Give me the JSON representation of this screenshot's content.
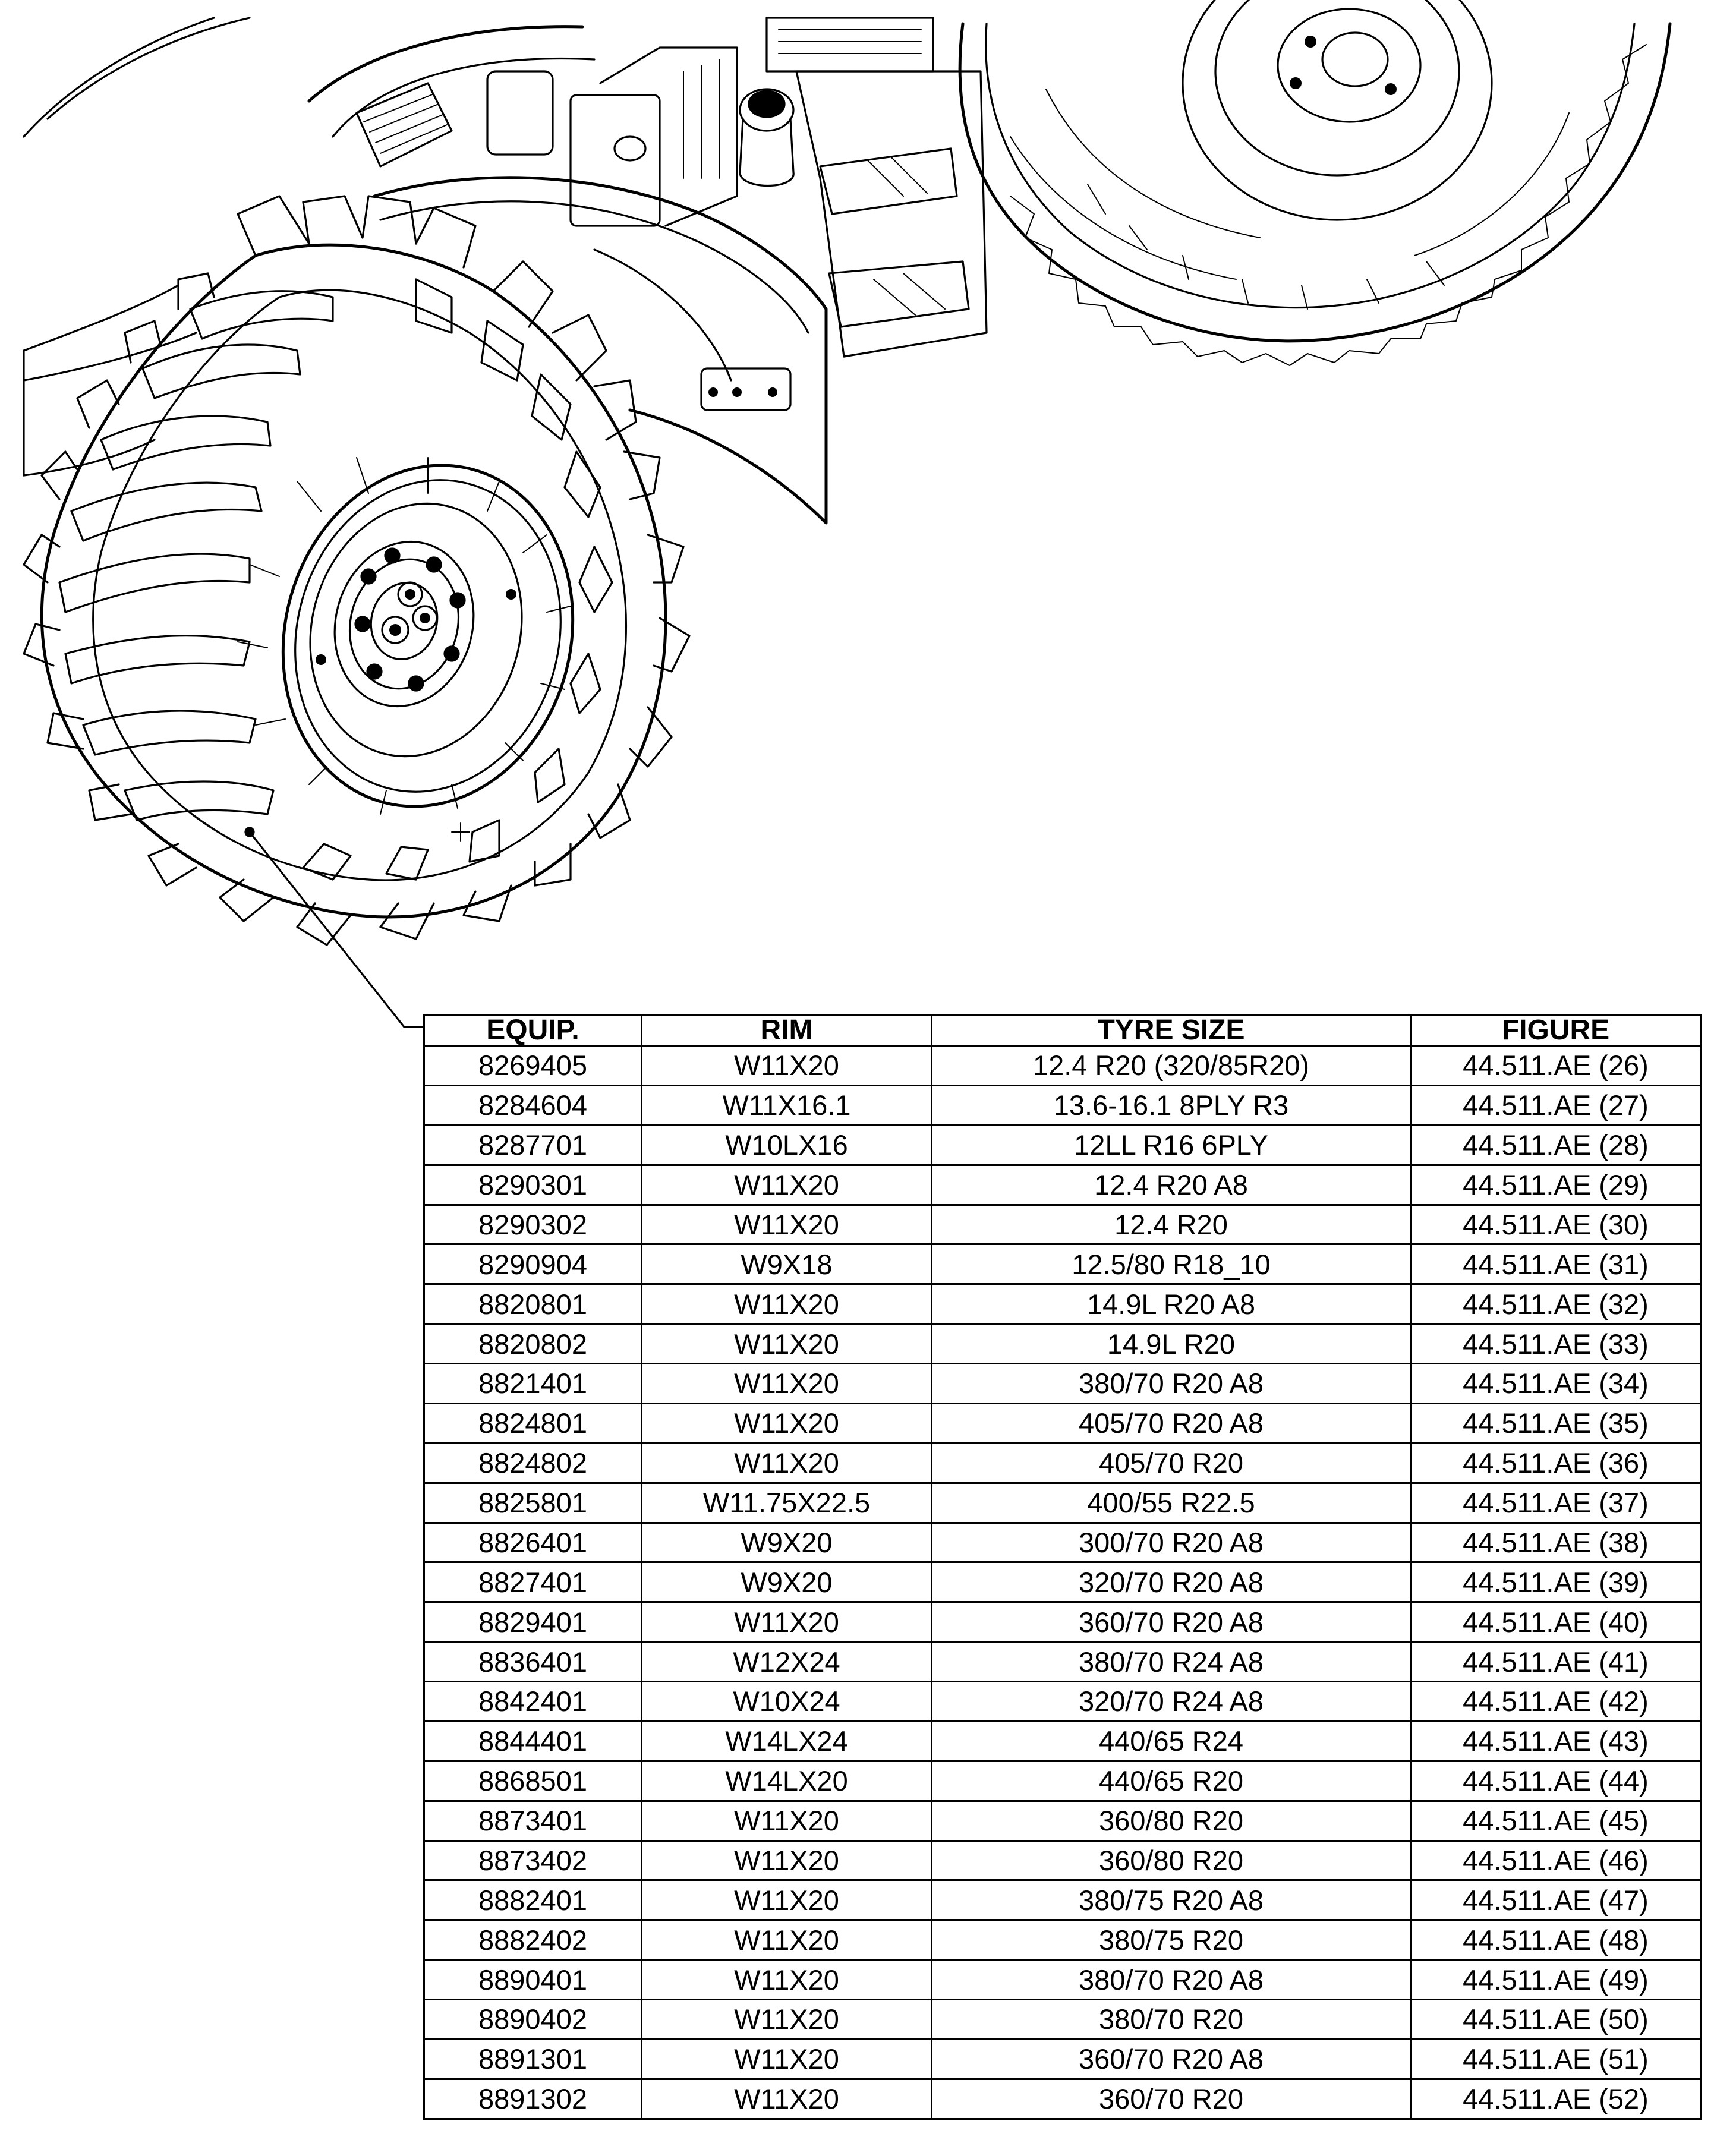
{
  "table": {
    "headers": [
      "EQUIP.",
      "RIM",
      "TYRE SIZE",
      "FIGURE"
    ],
    "rows": [
      [
        "8269405",
        "W11X20",
        "12.4 R20 (320/85R20)",
        "44.511.AE (26)"
      ],
      [
        "8284604",
        "W11X16.1",
        "13.6-16.1 8PLY R3",
        "44.511.AE (27)"
      ],
      [
        "8287701",
        "W10LX16",
        "12LL R16 6PLY",
        "44.511.AE (28)"
      ],
      [
        "8290301",
        "W11X20",
        "12.4 R20 A8",
        "44.511.AE (29)"
      ],
      [
        "8290302",
        "W11X20",
        "12.4 R20",
        "44.511.AE (30)"
      ],
      [
        "8290904",
        "W9X18",
        "12.5/80 R18_10",
        "44.511.AE (31)"
      ],
      [
        "8820801",
        "W11X20",
        "14.9L R20 A8",
        "44.511.AE (32)"
      ],
      [
        "8820802",
        "W11X20",
        "14.9L R20",
        "44.511.AE (33)"
      ],
      [
        "8821401",
        "W11X20",
        "380/70 R20 A8",
        "44.511.AE (34)"
      ],
      [
        "8824801",
        "W11X20",
        "405/70 R20 A8",
        "44.511.AE (35)"
      ],
      [
        "8824802",
        "W11X20",
        "405/70 R20",
        "44.511.AE (36)"
      ],
      [
        "8825801",
        "W11.75X22.5",
        "400/55 R22.5",
        "44.511.AE (37)"
      ],
      [
        "8826401",
        "W9X20",
        "300/70 R20 A8",
        "44.511.AE (38)"
      ],
      [
        "8827401",
        "W9X20",
        "320/70 R20 A8",
        "44.511.AE (39)"
      ],
      [
        "8829401",
        "W11X20",
        "360/70 R20 A8",
        "44.511.AE (40)"
      ],
      [
        "8836401",
        "W12X24",
        "380/70 R24 A8",
        "44.511.AE (41)"
      ],
      [
        "8842401",
        "W10X24",
        "320/70 R24 A8",
        "44.511.AE (42)"
      ],
      [
        "8844401",
        "W14LX24",
        "440/65 R24",
        "44.511.AE (43)"
      ],
      [
        "8868501",
        "W14LX20",
        "440/65 R20",
        "44.511.AE (44)"
      ],
      [
        "8873401",
        "W11X20",
        "360/80 R20",
        "44.511.AE (45)"
      ],
      [
        "8873402",
        "W11X20",
        "360/80 R20",
        "44.511.AE (46)"
      ],
      [
        "8882401",
        "W11X20",
        "380/75 R20 A8",
        "44.511.AE (47)"
      ],
      [
        "8882402",
        "W11X20",
        "380/75 R20",
        "44.511.AE (48)"
      ],
      [
        "8890401",
        "W11X20",
        "380/70 R20 A8",
        "44.511.AE (49)"
      ],
      [
        "8890402",
        "W11X20",
        "380/70 R20",
        "44.511.AE (50)"
      ],
      [
        "8891301",
        "W11X20",
        "360/70 R20 A8",
        "44.511.AE (51)"
      ],
      [
        "8891302",
        "W11X20",
        "360/70 R20",
        "44.511.AE (52)"
      ]
    ]
  }
}
